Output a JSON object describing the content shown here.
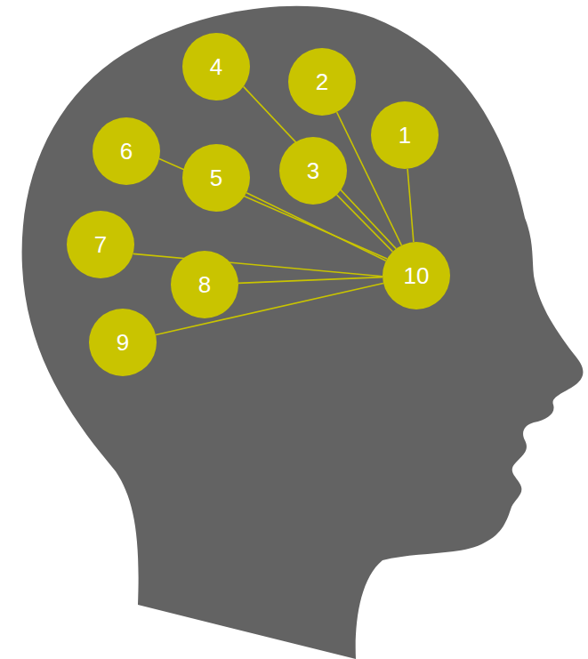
{
  "diagram": {
    "nodes": [
      {
        "text": [
          "1"
        ]
      },
      {
        "text": [
          "2"
        ]
      },
      {
        "text": [
          "3"
        ]
      },
      {
        "text": [
          "4"
        ]
      },
      {
        "text": [
          "5"
        ]
      },
      {
        "text": [
          "6"
        ]
      },
      {
        "text": [
          "7"
        ]
      },
      {
        "text": [
          "8"
        ]
      },
      {
        "text": [
          "9"
        ]
      },
      {
        "text": [
          "10"
        ]
      }
    ],
    "edges": [
      {
        "from": 0,
        "to": 9,
        "arrow": "none"
      },
      {
        "from": 1,
        "to": 9,
        "arrow": "none"
      },
      {
        "from": 2,
        "to": 9,
        "arrow": "none"
      },
      {
        "from": 3,
        "to": 9,
        "arrow": "none"
      },
      {
        "from": 4,
        "to": 9,
        "arrow": "none"
      },
      {
        "from": 5,
        "to": 9,
        "arrow": "none"
      },
      {
        "from": 6,
        "to": 9,
        "arrow": "none"
      },
      {
        "from": 7,
        "to": 9,
        "arrow": "none"
      },
      {
        "from": 8,
        "to": 9,
        "arrow": "none"
      }
    ]
  }
}
